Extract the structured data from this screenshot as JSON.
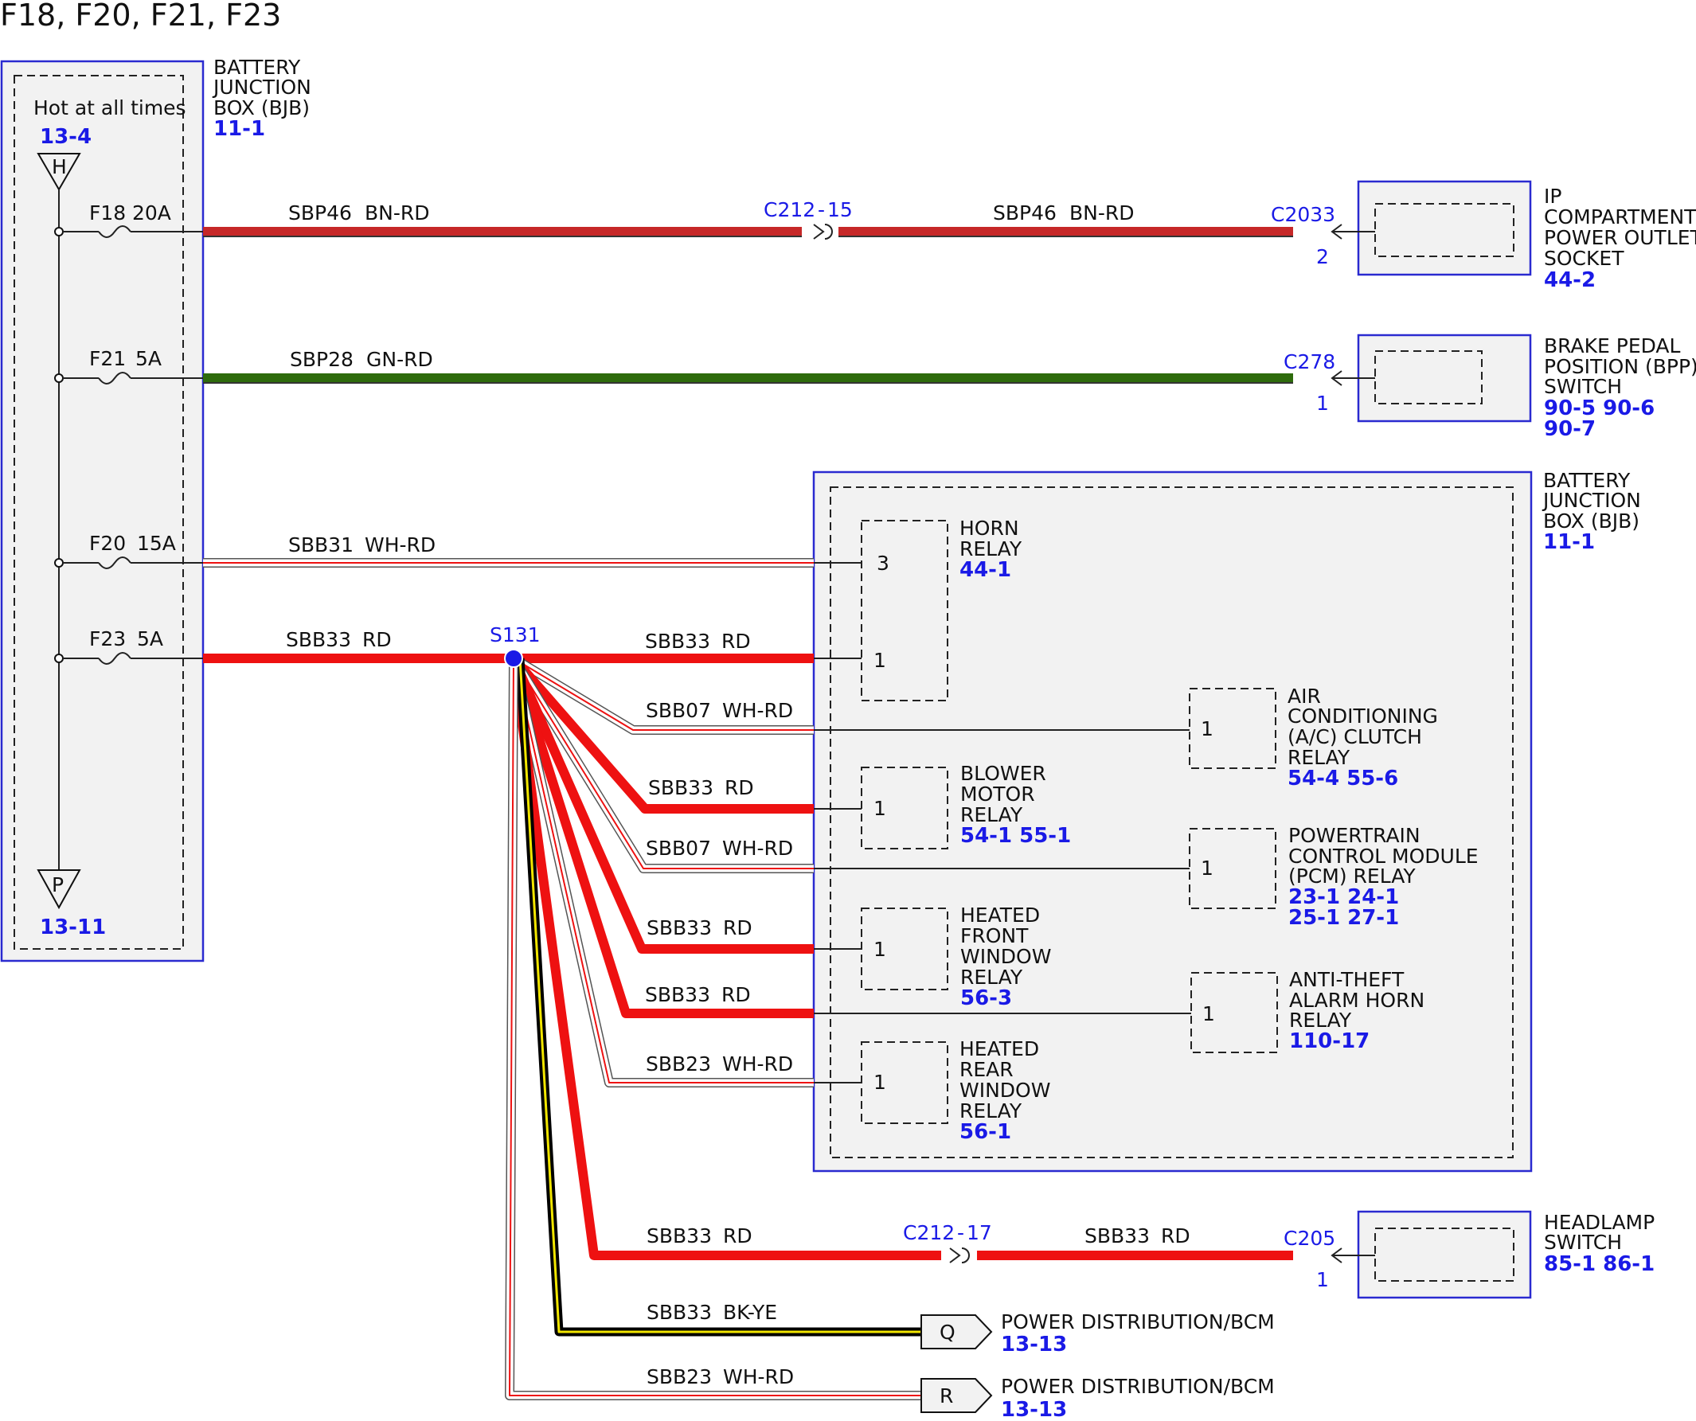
{
  "title": "F18, F20, F21, F23",
  "bjb_left": {
    "name": "BATTERY JUNCTION BOX (BJB)",
    "lines": [
      "BATTERY",
      "JUNCTION",
      "BOX (BJB)"
    ],
    "ref": "11-1",
    "hot": "Hot at all times",
    "hot_ref": "13-4",
    "h": "H",
    "p": "P",
    "p_ref": "13-11"
  },
  "fuses": {
    "f18": {
      "name": "F18",
      "amps": "20A"
    },
    "f21": {
      "name": "F21",
      "amps": "5A"
    },
    "f20": {
      "name": "F20",
      "amps": "15A"
    },
    "f23": {
      "name": "F23",
      "amps": "5A"
    }
  },
  "wires": {
    "w1a": {
      "circuit": "SBP46",
      "color": "BN-RD"
    },
    "w1b": {
      "circuit": "SBP46",
      "color": "BN-RD"
    },
    "w2": {
      "circuit": "SBP28",
      "color": "GN-RD"
    },
    "w3": {
      "circuit": "SBB31",
      "color": "WH-RD"
    },
    "w4": {
      "circuit": "SBB33",
      "color": "RD"
    },
    "w5": {
      "circuit": "SBB33",
      "color": "RD"
    },
    "w6": {
      "circuit": "SBB07",
      "color": "WH-RD"
    },
    "w7": {
      "circuit": "SBB33",
      "color": "RD"
    },
    "w8": {
      "circuit": "SBB07",
      "color": "WH-RD"
    },
    "w9": {
      "circuit": "SBB33",
      "color": "RD"
    },
    "w10": {
      "circuit": "SBB33",
      "color": "RD"
    },
    "w11": {
      "circuit": "SBB23",
      "color": "WH-RD"
    },
    "w12a": {
      "circuit": "SBB33",
      "color": "RD"
    },
    "w12b": {
      "circuit": "SBB33",
      "color": "RD"
    },
    "w13": {
      "circuit": "SBB33",
      "color": "BK-YE"
    },
    "w14": {
      "circuit": "SBB23",
      "color": "WH-RD"
    }
  },
  "splice": "S131",
  "connectors": {
    "c212_15": {
      "name": "C212",
      "pin": "15"
    },
    "c2033": {
      "name": "C2033",
      "pin": "2"
    },
    "c278": {
      "name": "C278",
      "pin": "1"
    },
    "c212_17": {
      "name": "C212",
      "pin": "17"
    },
    "c205": {
      "name": "C205",
      "pin": "1"
    }
  },
  "components": {
    "ip_socket": {
      "lines": [
        "IP",
        "COMPARTMENT",
        "POWER OUTLET",
        "SOCKET"
      ],
      "refs": "44-2"
    },
    "bpp_switch": {
      "lines": [
        "BRAKE PEDAL",
        "POSITION (BPP)",
        "SWITCH"
      ],
      "refs": "90-5  90-6",
      "refs2": "90-7"
    },
    "headlamp_switch": {
      "lines": [
        "HEADLAMP",
        "SWITCH"
      ],
      "refs": "85-1  86-1"
    }
  },
  "bjb_right": {
    "lines": [
      "BATTERY",
      "JUNCTION",
      "BOX (BJB)"
    ],
    "ref": "11-1"
  },
  "relays": {
    "horn": {
      "lines": [
        "HORN",
        "RELAY"
      ],
      "refs": "44-1",
      "pin_a": "3",
      "pin_b": "1"
    },
    "ac": {
      "lines": [
        "AIR",
        "CONDITIONING",
        "(A/C) CLUTCH",
        "RELAY"
      ],
      "refs": "54-4  55-6",
      "pin": "1"
    },
    "blower": {
      "lines": [
        "BLOWER",
        "MOTOR",
        "RELAY"
      ],
      "refs": "54-1  55-1",
      "pin": "1"
    },
    "pcm": {
      "lines": [
        "POWERTRAIN",
        "CONTROL MODULE",
        "(PCM) RELAY"
      ],
      "refs": "23-1  24-1",
      "refs2": "25-1  27-1",
      "pin": "1"
    },
    "hfw": {
      "lines": [
        "HEATED",
        "FRONT",
        "WINDOW",
        "RELAY"
      ],
      "refs": "56-3",
      "pin": "1"
    },
    "antitheft": {
      "lines": [
        "ANTI-THEFT",
        "ALARM HORN",
        "RELAY"
      ],
      "refs": "110-17",
      "pin": "1"
    },
    "hrw": {
      "lines": [
        "HEATED",
        "REAR",
        "WINDOW",
        "RELAY"
      ],
      "refs": "56-1",
      "pin": "1"
    }
  },
  "offpage": {
    "q": {
      "letter": "Q",
      "label": "POWER DISTRIBUTION/BCM",
      "ref": "13-13"
    },
    "r": {
      "letter": "R",
      "label": "POWER DISTRIBUTION/BCM",
      "ref": "13-13"
    }
  },
  "colors": {
    "red": "#ee1111",
    "brown_red": "#c62828",
    "green": "#2e6b0c",
    "yellow": "#f2e600",
    "blue": "#1a1ae6",
    "box_fill": "#f2f2f2"
  }
}
